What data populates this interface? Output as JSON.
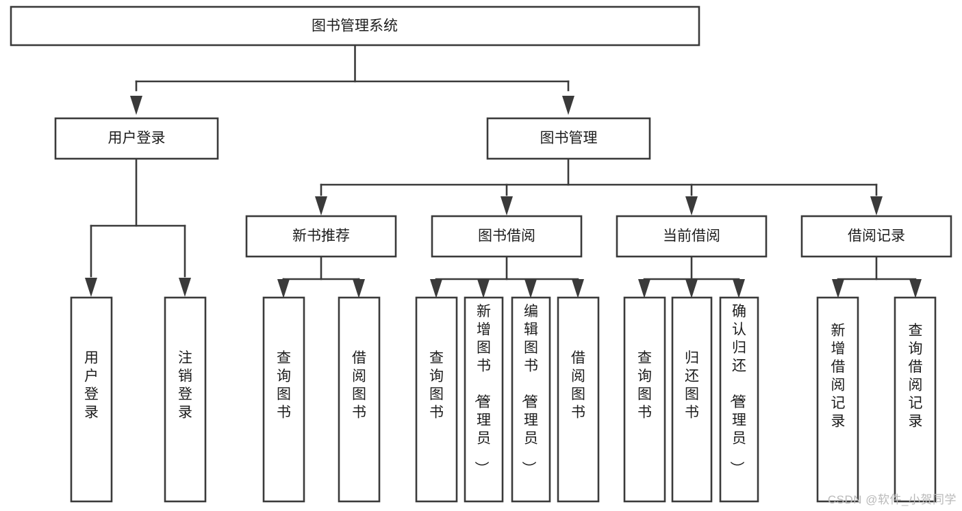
{
  "diagram": {
    "type": "tree-hierarchy",
    "orientation": "top-down",
    "watermark": "CSDN @软件_小贺同学",
    "root": {
      "id": "root",
      "label": "图书管理系统"
    },
    "level1": [
      {
        "id": "user-login",
        "label": "用户登录"
      },
      {
        "id": "book-management",
        "label": "图书管理"
      }
    ],
    "level2": [
      {
        "id": "new-book-recommend",
        "label": "新书推荐",
        "parent": "book-management"
      },
      {
        "id": "book-borrow",
        "label": "图书借阅",
        "parent": "book-management"
      },
      {
        "id": "current-borrow",
        "label": "当前借阅",
        "parent": "book-management"
      },
      {
        "id": "borrow-record",
        "label": "借阅记录",
        "parent": "book-management"
      }
    ],
    "leaves": [
      {
        "id": "leaf-user-login",
        "label": "用户登录",
        "parent": "user-login"
      },
      {
        "id": "leaf-logout-login",
        "label": "注销登录",
        "parent": "user-login"
      },
      {
        "id": "leaf-query-book-1",
        "label": "查询图书",
        "parent": "new-book-recommend"
      },
      {
        "id": "leaf-borrow-book-1",
        "label": "借阅图书",
        "parent": "new-book-recommend"
      },
      {
        "id": "leaf-query-book-2",
        "label": "查询图书",
        "parent": "book-borrow"
      },
      {
        "id": "leaf-add-book",
        "label": "新增图书（管理员）",
        "parent": "book-borrow"
      },
      {
        "id": "leaf-edit-book",
        "label": "编辑图书（管理员）",
        "parent": "book-borrow"
      },
      {
        "id": "leaf-borrow-book-2",
        "label": "借阅图书",
        "parent": "book-borrow"
      },
      {
        "id": "leaf-query-book-3",
        "label": "查询图书",
        "parent": "current-borrow"
      },
      {
        "id": "leaf-return-book",
        "label": "归还图书",
        "parent": "current-borrow"
      },
      {
        "id": "leaf-confirm-return",
        "label": "确认归还（管理员）",
        "parent": "current-borrow"
      },
      {
        "id": "leaf-add-record",
        "label": "新增借阅记录",
        "parent": "borrow-record"
      },
      {
        "id": "leaf-query-record",
        "label": "查询借阅记录",
        "parent": "borrow-record"
      }
    ],
    "colors": {
      "box_stroke": "#3a3a3a",
      "box_fill": "#ffffff",
      "text": "#1c1c1c",
      "background": "#ffffff",
      "watermark": "#b9b9b9"
    }
  }
}
